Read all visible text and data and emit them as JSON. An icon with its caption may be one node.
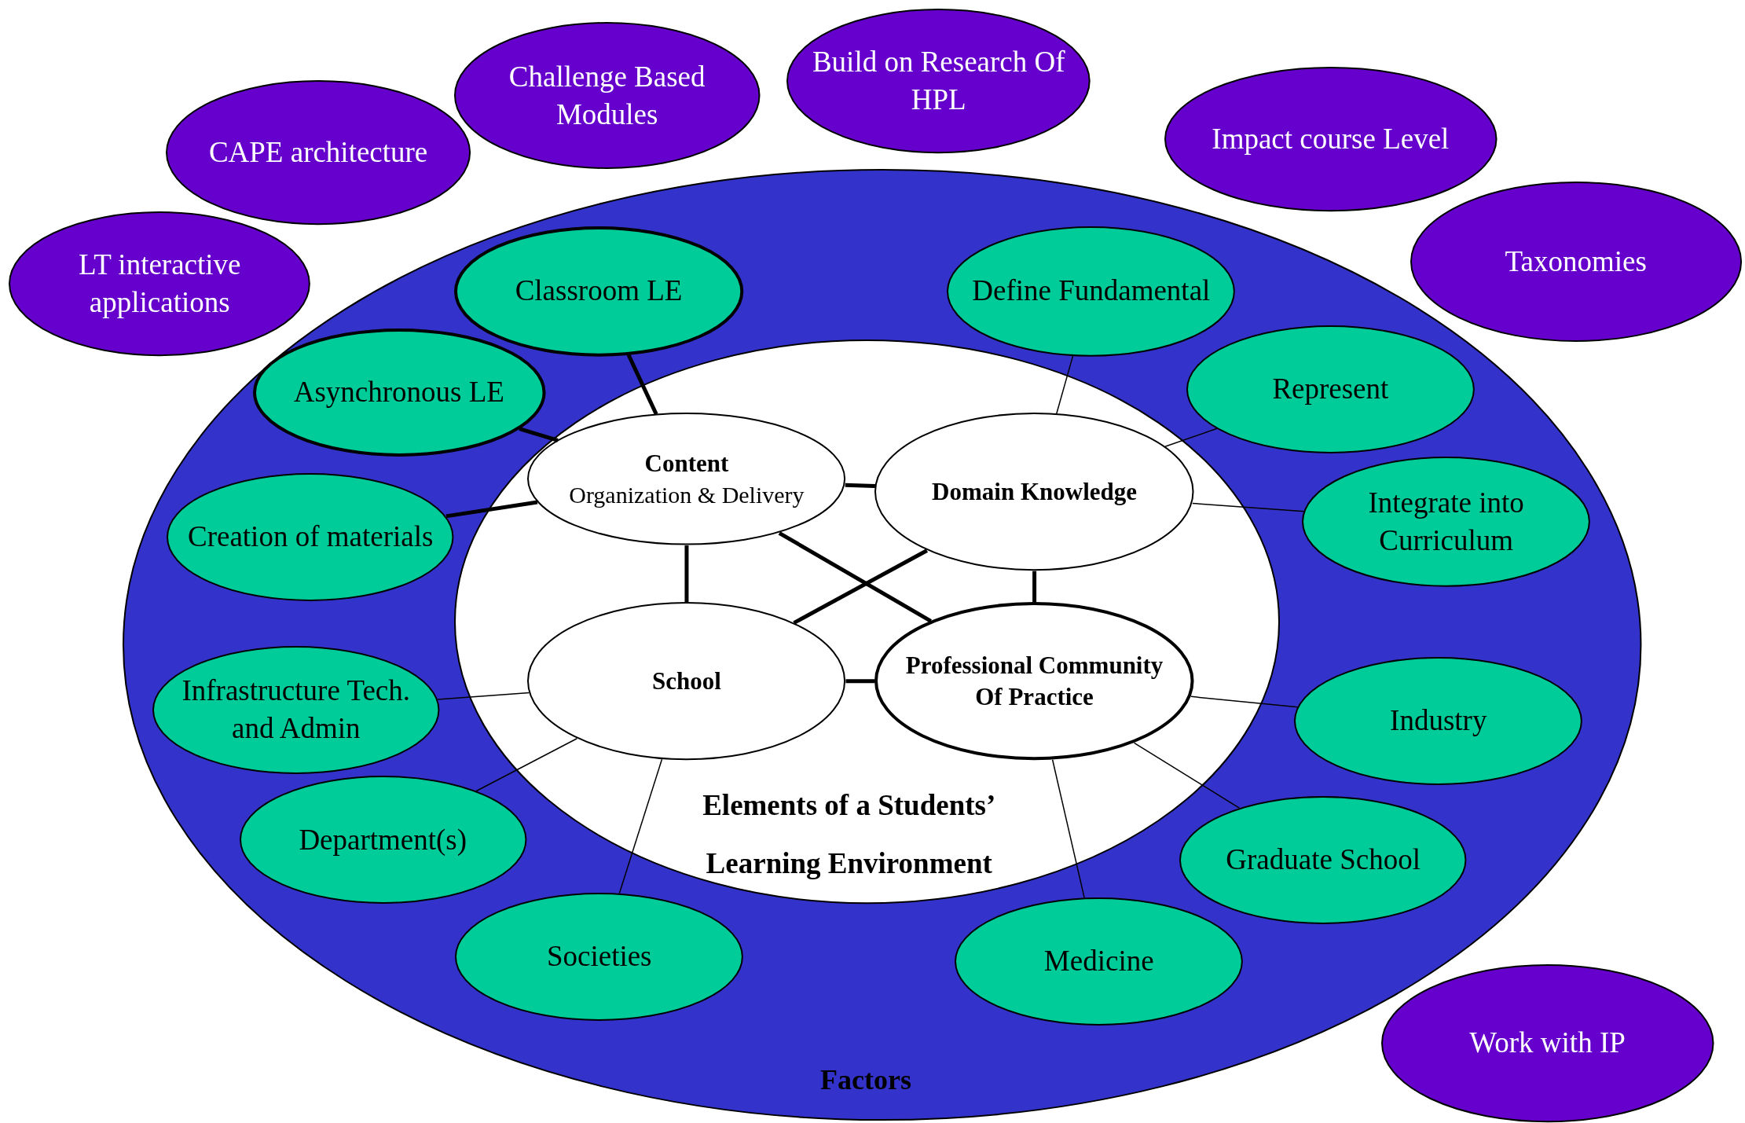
{
  "diagram": {
    "nodes": [
      {
        "text": [
          "Factors"
        ]
      },
      {
        "text": [
          "Elements of a Students’ Learning Environment"
        ],
        "in": 0
      },
      {
        "text": [
          "Content",
          "Organization & Delivery"
        ],
        "in": 1
      },
      {
        "text": [
          "Domain Knowledge"
        ],
        "in": 1
      },
      {
        "text": [
          "School"
        ],
        "in": 1
      },
      {
        "text": [
          "Professional Community Of Practice"
        ],
        "in": 1
      },
      {
        "text": [
          "Classroom LE"
        ],
        "in": 0
      },
      {
        "text": [
          "Asynchronous LE"
        ],
        "in": 0
      },
      {
        "text": [
          "Creation of materials"
        ],
        "in": 0
      },
      {
        "text": [
          "Infrastructure Tech. and Admin"
        ],
        "in": 0
      },
      {
        "text": [
          "Department(s)"
        ],
        "in": 0
      },
      {
        "text": [
          "Societies"
        ],
        "in": 0
      },
      {
        "text": [
          "Medicine"
        ],
        "in": 0
      },
      {
        "text": [
          "Graduate School"
        ],
        "in": 0
      },
      {
        "text": [
          "Industry"
        ],
        "in": 0
      },
      {
        "text": [
          "Integrate into Curriculum"
        ],
        "in": 0
      },
      {
        "text": [
          "Represent"
        ],
        "in": 0
      },
      {
        "text": [
          "Define Fundamental"
        ],
        "in": 0
      },
      {
        "text": [
          "LT interactive applications"
        ]
      },
      {
        "text": [
          "CAPE architecture"
        ]
      },
      {
        "text": [
          "Challenge Based Modules"
        ]
      },
      {
        "text": [
          "Build on Research Of HPL"
        ]
      },
      {
        "text": [
          "Impact course Level"
        ]
      },
      {
        "text": [
          "Taxonomies"
        ]
      },
      {
        "text": [
          "Work with IP"
        ]
      }
    ],
    "edges": [
      {
        "from": 6,
        "to": 2,
        "arrow": "none",
        "style": "thick"
      },
      {
        "from": 7,
        "to": 2,
        "arrow": "none",
        "style": "thick"
      },
      {
        "from": 8,
        "to": 2,
        "arrow": "none",
        "style": "thick"
      },
      {
        "from": 2,
        "to": 3,
        "arrow": "none",
        "style": "thick"
      },
      {
        "from": 2,
        "to": 4,
        "arrow": "none",
        "style": "thick"
      },
      {
        "from": 3,
        "to": 5,
        "arrow": "none",
        "style": "thick"
      },
      {
        "from": 4,
        "to": 5,
        "arrow": "none",
        "style": "thick"
      },
      {
        "from": 2,
        "to": 5,
        "arrow": "none",
        "style": "thick"
      },
      {
        "from": 3,
        "to": 4,
        "arrow": "none",
        "style": "thick"
      },
      {
        "from": 17,
        "to": 3,
        "arrow": "none"
      },
      {
        "from": 16,
        "to": 3,
        "arrow": "none"
      },
      {
        "from": 15,
        "to": 3,
        "arrow": "none"
      },
      {
        "from": 4,
        "to": 9,
        "arrow": "none"
      },
      {
        "from": 4,
        "to": 10,
        "arrow": "none"
      },
      {
        "from": 4,
        "to": 11,
        "arrow": "none"
      },
      {
        "from": 5,
        "to": 14,
        "arrow": "none"
      },
      {
        "from": 5,
        "to": 13,
        "arrow": "none"
      },
      {
        "from": 5,
        "to": 12,
        "arrow": "none"
      }
    ]
  }
}
